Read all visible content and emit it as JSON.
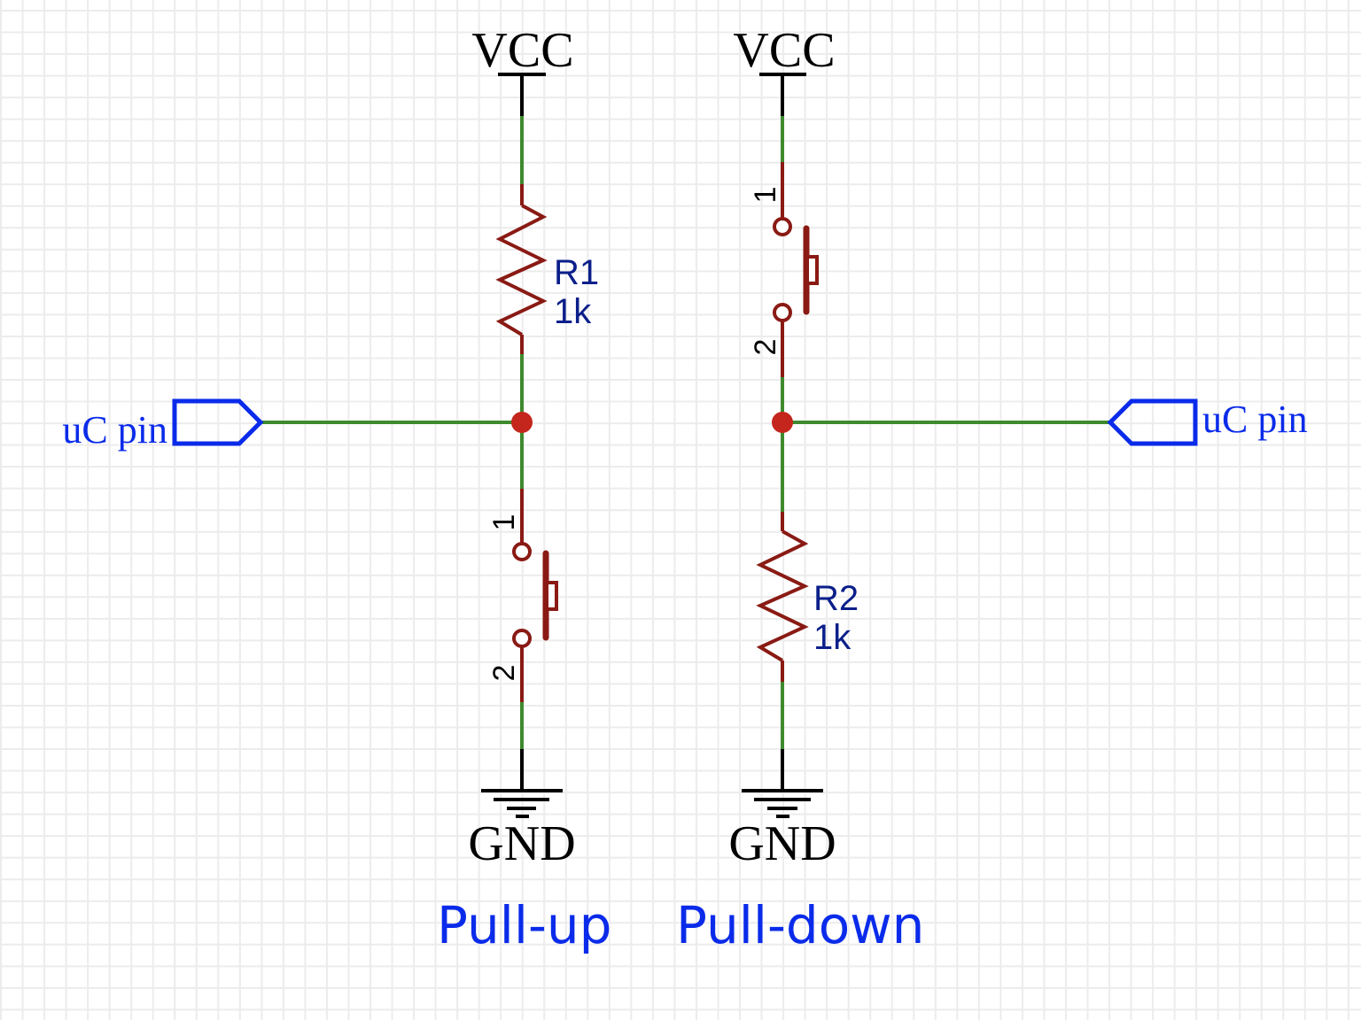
{
  "diagram": {
    "type": "schematic",
    "colors": {
      "wire": "#3e8a2e",
      "component": "#8a1a14",
      "junction": "#c4261d",
      "net_port": "#0a2bea",
      "designator": "#0b1f8a",
      "power_symbol": "#000000",
      "grid": "#ececec"
    },
    "circuits": [
      {
        "caption": "Pull-up",
        "power_top": "VCC",
        "power_bottom": "GND",
        "resistor": {
          "designator": "R1",
          "value": "1k",
          "position": "top"
        },
        "switch": {
          "pin1": "1",
          "pin2": "2",
          "position": "bottom"
        },
        "net_port": {
          "label": "uC pin",
          "side": "left"
        }
      },
      {
        "caption": "Pull-down",
        "power_top": "VCC",
        "power_bottom": "GND",
        "resistor": {
          "designator": "R2",
          "value": "1k",
          "position": "bottom"
        },
        "switch": {
          "pin1": "1",
          "pin2": "2",
          "position": "top"
        },
        "net_port": {
          "label": "uC pin",
          "side": "right"
        }
      }
    ]
  }
}
